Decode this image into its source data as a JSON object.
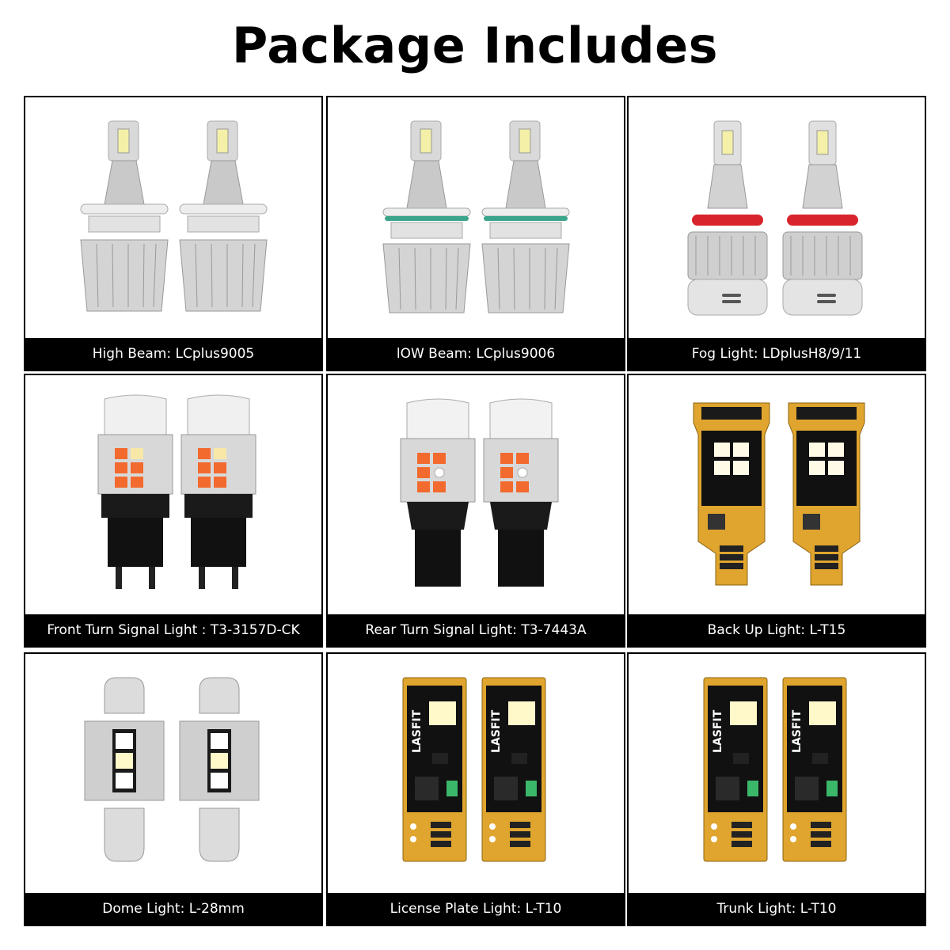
{
  "title": "Package Includes",
  "items": [
    {
      "label": "High Beam: LCplus9005",
      "kind": "headlight"
    },
    {
      "label": "lOW Beam: LCplus9006",
      "kind": "headlight-ring"
    },
    {
      "label": "Fog Light: LDplusH8/9/11",
      "kind": "foglight"
    },
    {
      "label": "Front Turn Signal Light : T3-3157D-CK",
      "kind": "turn-3157"
    },
    {
      "label": "Rear Turn Signal Light: T3-7443A",
      "kind": "turn-7443"
    },
    {
      "label": "Back Up Light: L-T15",
      "kind": "t15"
    },
    {
      "label": "Dome Light: L-28mm",
      "kind": "festoon"
    },
    {
      "label": "License Plate Light: L-T10",
      "kind": "t10"
    },
    {
      "label": "Trunk Light: L-T10",
      "kind": "t10"
    }
  ],
  "brand": "LASFIT",
  "colors": {
    "caption_bg": "#000000",
    "caption_text": "#ffffff",
    "ring_green": "#3aa58a",
    "ring_red": "#d8242c",
    "pcb_gold": "#e0a52e",
    "amber": "#f26a2e"
  }
}
